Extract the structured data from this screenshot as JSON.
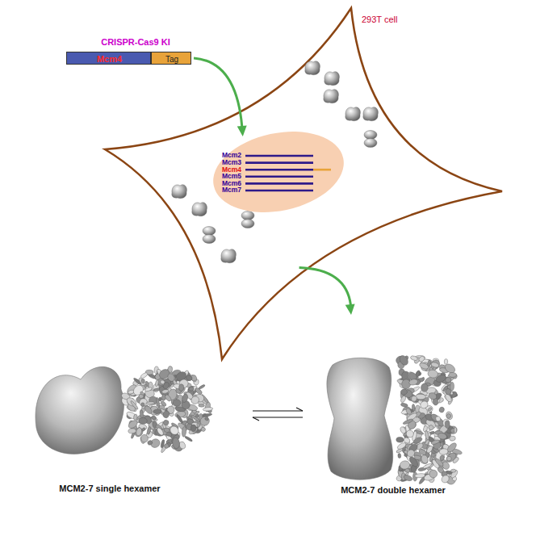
{
  "diagram": {
    "nodes": [
      {
        "text": [
          "Mcm4"
        ]
      },
      {
        "text": [
          "Tag"
        ]
      },
      {
        "text": [
          "293T cell"
        ]
      },
      {
        "text": [
          "Mcm2",
          "Mcm3",
          "Mcm4",
          "Mcm5",
          "Mcm6",
          "Mcm7"
        ],
        "in": 2
      },
      {
        "text": [
          "MCM2-7 single hexamer"
        ]
      },
      {
        "text": [
          "MCM2-7 double hexamer"
        ]
      }
    ],
    "edges": [
      {
        "from": 1,
        "to": 3,
        "arrow": "to"
      },
      {
        "from": 2,
        "to": 5,
        "arrow": "to"
      },
      {
        "from": 4,
        "to": 5,
        "arrow": "both"
      }
    ],
    "labels": [
      "CRISPR-Cas9 KI"
    ]
  }
}
